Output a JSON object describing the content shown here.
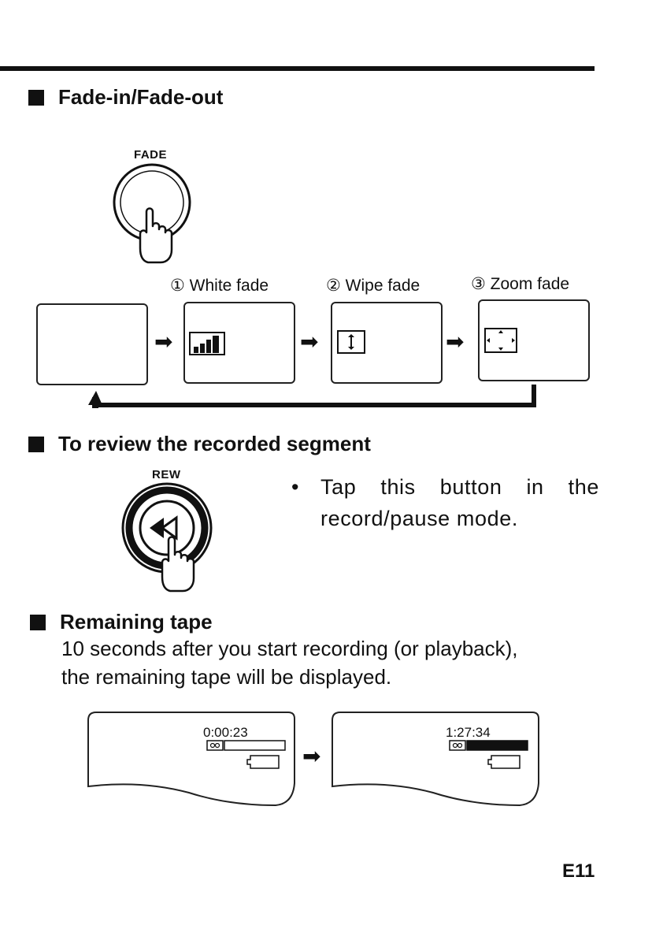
{
  "fade_section": {
    "title": "Fade-in/Fade-out",
    "button_label": "FADE",
    "steps": [
      {
        "label": "① White fade"
      },
      {
        "label": "② Wipe fade"
      },
      {
        "label": "③ Zoom fade"
      }
    ]
  },
  "review_section": {
    "title": "To review the recorded segment",
    "button_label": "REW",
    "bullet": "•",
    "text_line1": "Tap this button in the",
    "text_line2": "record/pause mode."
  },
  "remaining_section": {
    "title": "Remaining tape",
    "text_line1": "10 seconds after you start recording (or playback),",
    "text_line2": "the remaining tape will be displayed.",
    "display_before": {
      "counter": "0:00:23"
    },
    "display_after": {
      "counter": "1:27:34"
    }
  },
  "page_number": "E11",
  "colors": {
    "ink": "#111111",
    "paper": "#ffffff"
  }
}
